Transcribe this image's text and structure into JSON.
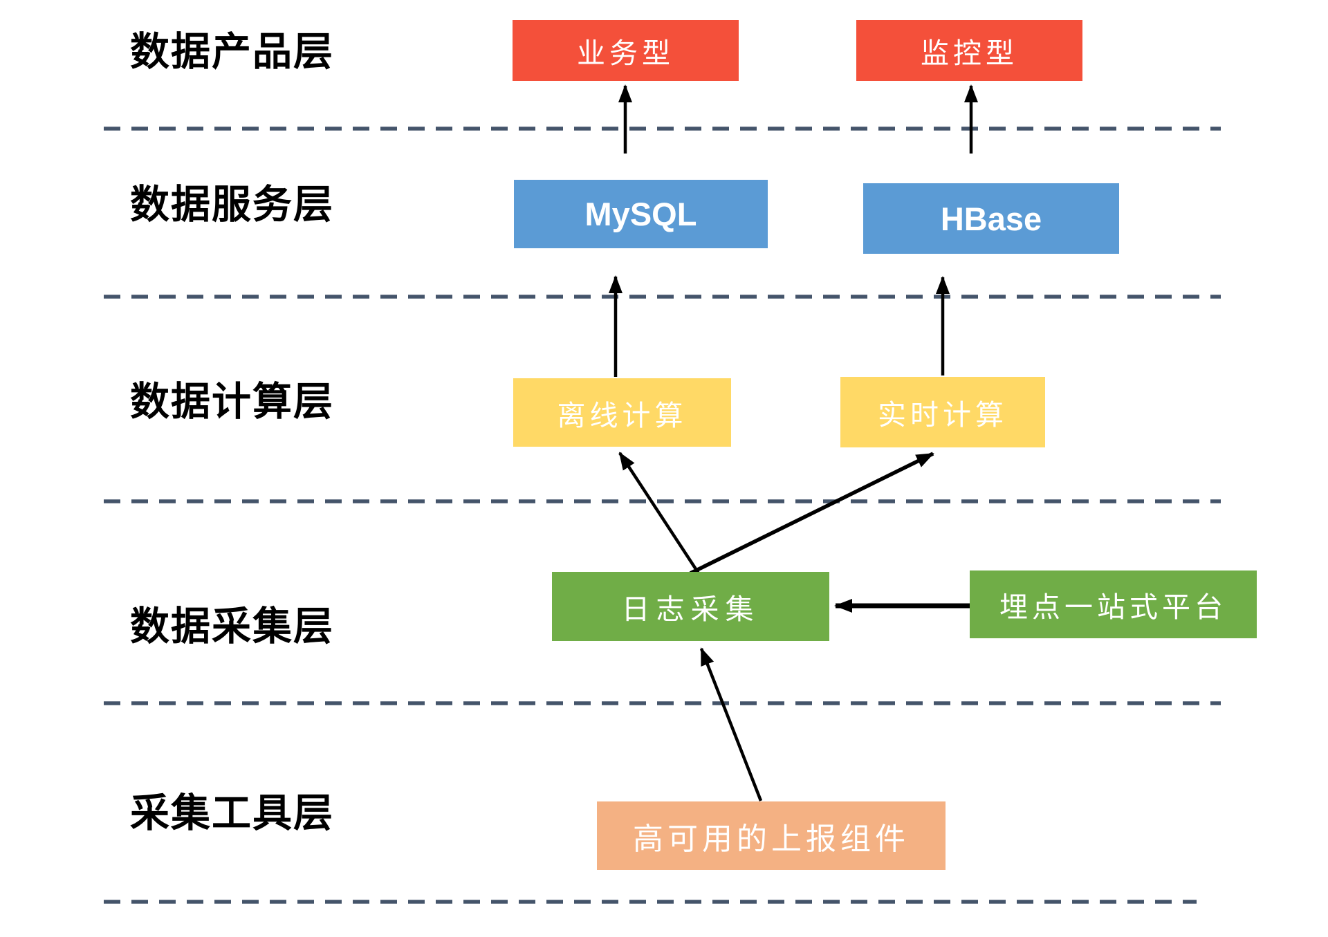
{
  "diagram": {
    "layers": [
      {
        "label": "数据产品层"
      },
      {
        "label": "数据服务层"
      },
      {
        "label": "数据计算层"
      },
      {
        "label": "数据采集层"
      },
      {
        "label": "采集工具层"
      }
    ],
    "nodes": {
      "business": {
        "label": "业务型"
      },
      "monitor": {
        "label": "监控型"
      },
      "mysql": {
        "label": "MySQL"
      },
      "hbase": {
        "label": "HBase"
      },
      "offline": {
        "label": "离线计算"
      },
      "realtime": {
        "label": "实时计算"
      },
      "log_collection": {
        "label": "日志采集"
      },
      "tracking_platform": {
        "label": "埋点一站式平台"
      },
      "reporter": {
        "label": "高可用的上报组件"
      }
    },
    "edges": [
      {
        "from": "mysql",
        "to": "business"
      },
      {
        "from": "hbase",
        "to": "monitor"
      },
      {
        "from": "offline",
        "to": "mysql"
      },
      {
        "from": "realtime",
        "to": "hbase"
      },
      {
        "from": "log_collection",
        "to": "offline"
      },
      {
        "from": "log_collection",
        "to": "realtime"
      },
      {
        "from": "tracking_platform",
        "to": "log_collection"
      },
      {
        "from": "reporter",
        "to": "log_collection"
      }
    ],
    "colors": {
      "red": "#F4503A",
      "blue": "#5B9BD5",
      "yellow": "#FFD966",
      "green": "#70AD47",
      "orange": "#F4B183",
      "divider": "#44546A",
      "arrow": "#000000"
    }
  }
}
